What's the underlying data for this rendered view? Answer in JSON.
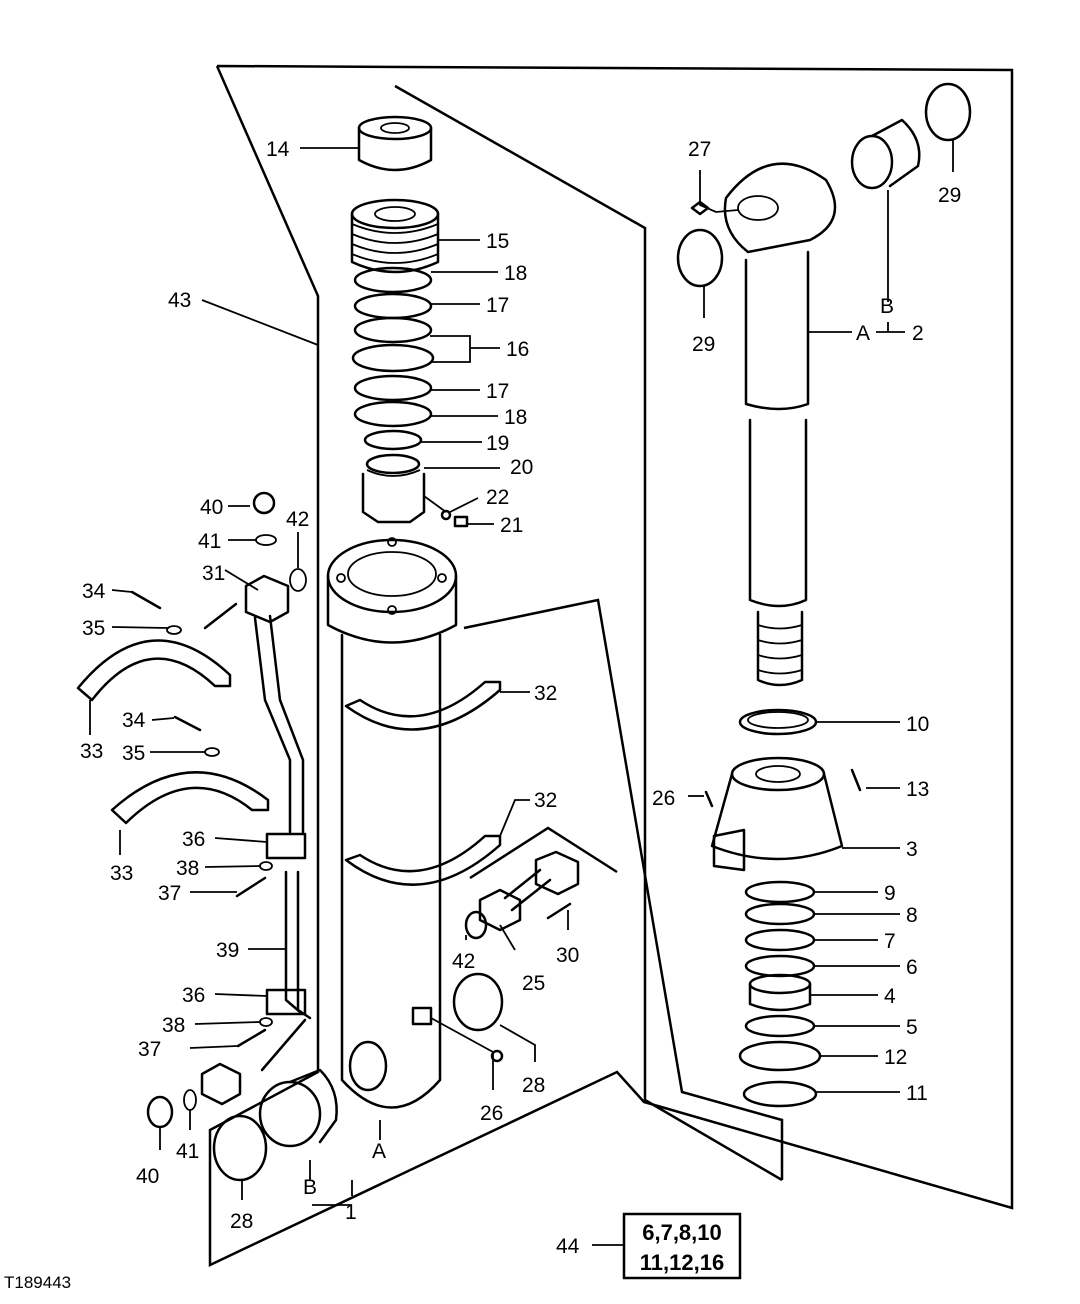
{
  "figure_id": "T189443",
  "callouts": [
    {
      "id": "c14",
      "label": "14"
    },
    {
      "id": "c15",
      "label": "15"
    },
    {
      "id": "c18a",
      "label": "18"
    },
    {
      "id": "c17a",
      "label": "17"
    },
    {
      "id": "c16",
      "label": "16"
    },
    {
      "id": "c17b",
      "label": "17"
    },
    {
      "id": "c18b",
      "label": "18"
    },
    {
      "id": "c19",
      "label": "19"
    },
    {
      "id": "c20",
      "label": "20"
    },
    {
      "id": "c22",
      "label": "22"
    },
    {
      "id": "c21",
      "label": "21"
    },
    {
      "id": "c43",
      "label": "43"
    },
    {
      "id": "c40a",
      "label": "40"
    },
    {
      "id": "c42a",
      "label": "42"
    },
    {
      "id": "c41a",
      "label": "41"
    },
    {
      "id": "c31",
      "label": "31"
    },
    {
      "id": "c34a",
      "label": "34"
    },
    {
      "id": "c35a",
      "label": "35"
    },
    {
      "id": "c33a",
      "label": "33"
    },
    {
      "id": "c34b",
      "label": "34"
    },
    {
      "id": "c35b",
      "label": "35"
    },
    {
      "id": "c32a",
      "label": "32"
    },
    {
      "id": "c32b",
      "label": "32"
    },
    {
      "id": "c33b",
      "label": "33"
    },
    {
      "id": "c36a",
      "label": "36"
    },
    {
      "id": "c38a",
      "label": "38"
    },
    {
      "id": "c37a",
      "label": "37"
    },
    {
      "id": "c39",
      "label": "39"
    },
    {
      "id": "c36b",
      "label": "36"
    },
    {
      "id": "c38b",
      "label": "38"
    },
    {
      "id": "c37b",
      "label": "37"
    },
    {
      "id": "c40b",
      "label": "40"
    },
    {
      "id": "c41b",
      "label": "41"
    },
    {
      "id": "c28a",
      "label": "28"
    },
    {
      "id": "c42b",
      "label": "42"
    },
    {
      "id": "c25",
      "label": "25"
    },
    {
      "id": "c30",
      "label": "30"
    },
    {
      "id": "c28b",
      "label": "28"
    },
    {
      "id": "c26a",
      "label": "26"
    },
    {
      "id": "c27",
      "label": "27"
    },
    {
      "id": "c29a",
      "label": "29"
    },
    {
      "id": "c29b",
      "label": "29"
    },
    {
      "id": "c2",
      "label": "2"
    },
    {
      "id": "c10",
      "label": "10"
    },
    {
      "id": "c26b",
      "label": "26"
    },
    {
      "id": "c13",
      "label": "13"
    },
    {
      "id": "c3",
      "label": "3"
    },
    {
      "id": "c9",
      "label": "9"
    },
    {
      "id": "c8",
      "label": "8"
    },
    {
      "id": "c7",
      "label": "7"
    },
    {
      "id": "c6",
      "label": "6"
    },
    {
      "id": "c4",
      "label": "4"
    },
    {
      "id": "c5",
      "label": "5"
    },
    {
      "id": "c12",
      "label": "12"
    },
    {
      "id": "c11",
      "label": "11"
    },
    {
      "id": "c1",
      "label": "1"
    },
    {
      "id": "c44",
      "label": "44"
    }
  ],
  "refs": {
    "a_rod": "A",
    "b_rod": "B",
    "a_barrel": "A",
    "b_barrel": "B"
  },
  "kit": {
    "line1": "6,7,8,10",
    "line2": "11,12,16"
  }
}
